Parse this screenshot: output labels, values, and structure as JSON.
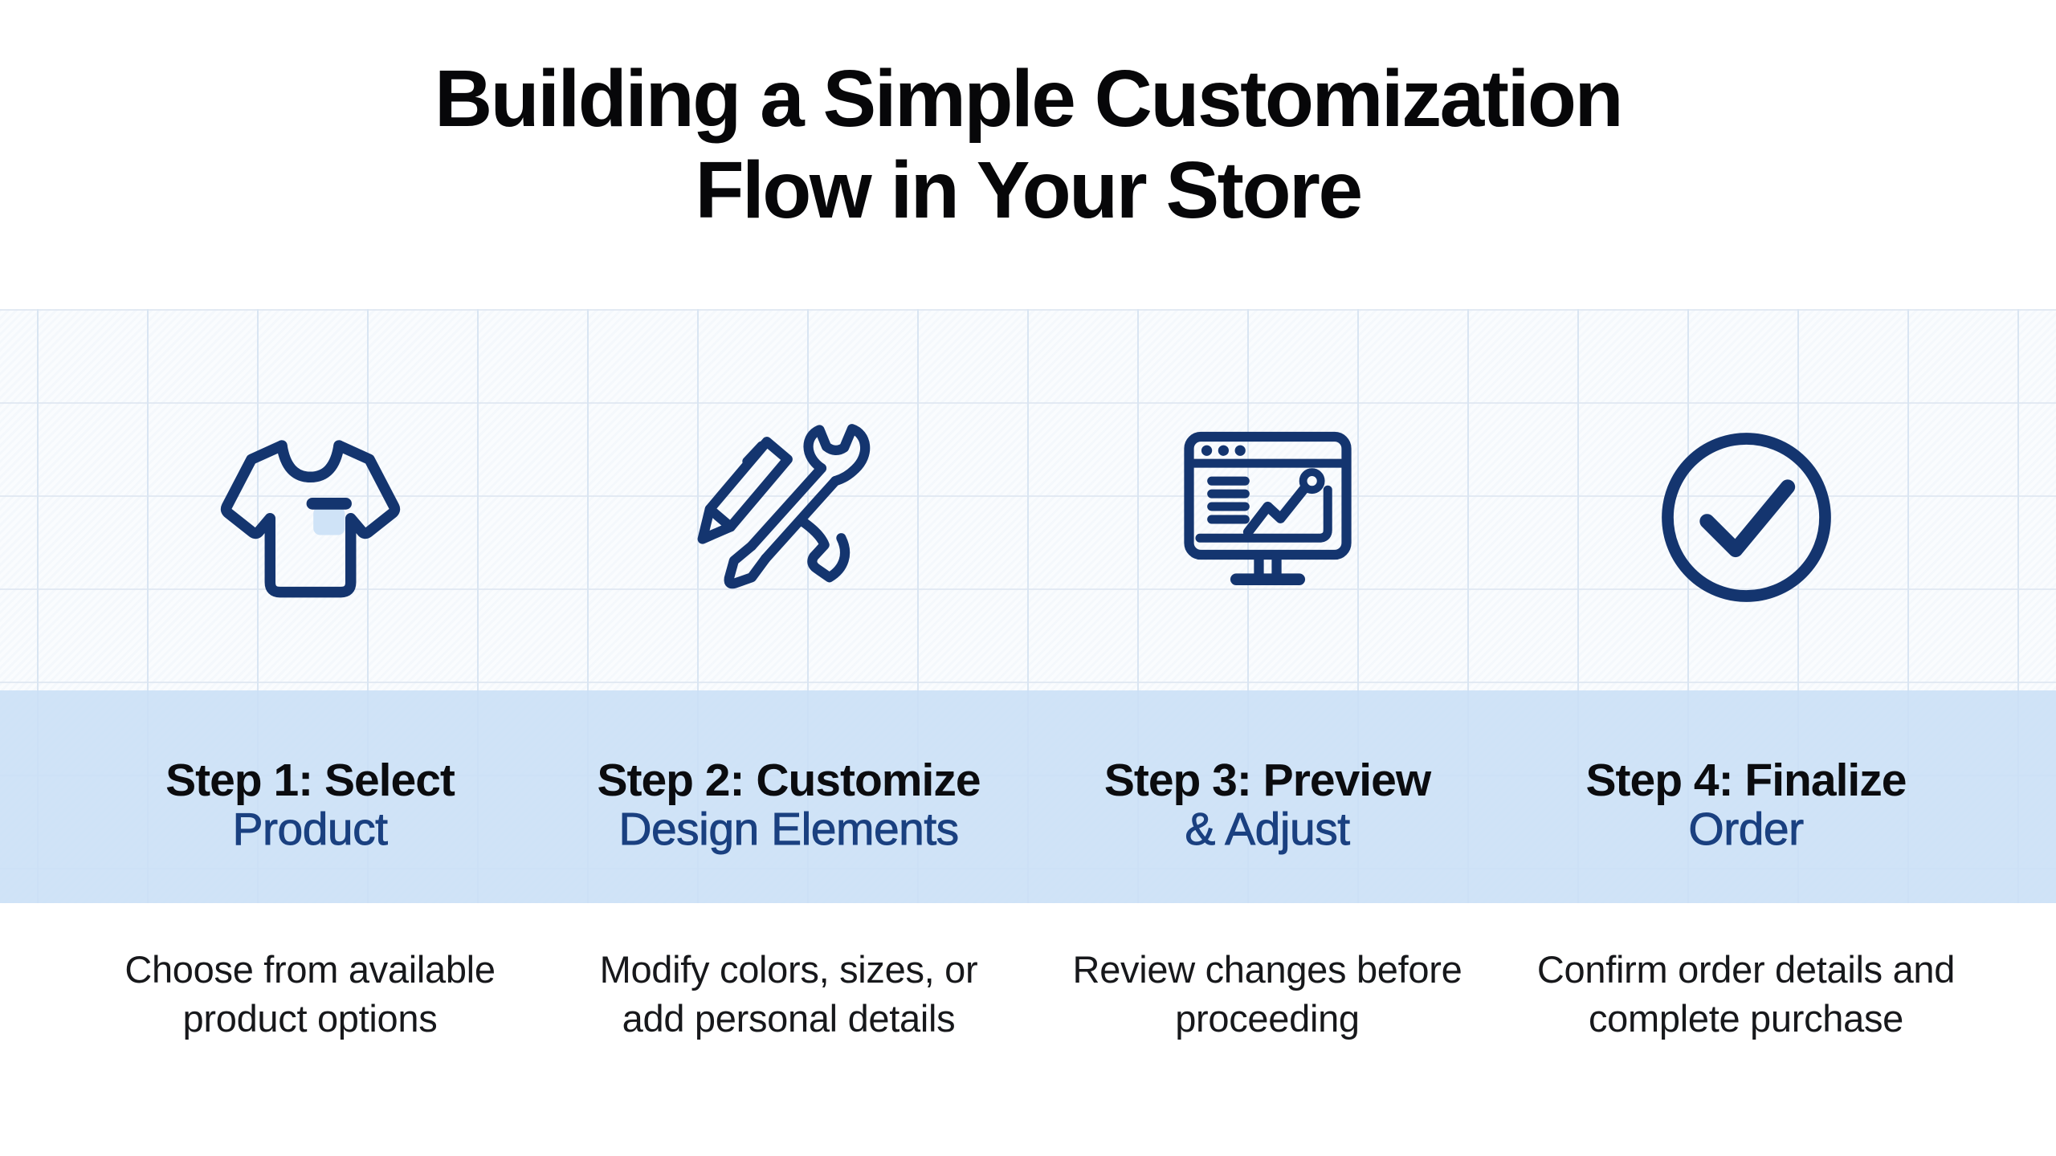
{
  "title": {
    "line1": "Building a Simple Customization",
    "line2": "Flow in Your Store"
  },
  "steps": [
    {
      "icon": "tshirt-icon",
      "title": "Step 1: Select",
      "subtitle": "Product",
      "desc_line1": "Choose from available",
      "desc_line2": "product options"
    },
    {
      "icon": "pencil-wrench-icon",
      "title": "Step 2: Customize",
      "subtitle": "Design Elements",
      "desc_line1": "Modify colors, sizes, or",
      "desc_line2": "add personal details"
    },
    {
      "icon": "monitor-chart-icon",
      "title": "Step 3: Preview",
      "subtitle": "& Adjust",
      "desc_line1": "Review changes before",
      "desc_line2": "proceeding"
    },
    {
      "icon": "check-circle-icon",
      "title": "Step 4: Finalize",
      "subtitle": "Order",
      "desc_line1": "Confirm order details and",
      "desc_line2": "complete purchase"
    }
  ],
  "colors": {
    "icon_navy": "#14356f",
    "subtitle_navy": "#1a4080",
    "band_blue": "#cde1f6",
    "grid_line": "#dce7f3",
    "pocket_blue": "#cfe3f7",
    "title_black": "#070709",
    "text_black": "#17181b",
    "background": "#ffffff"
  }
}
